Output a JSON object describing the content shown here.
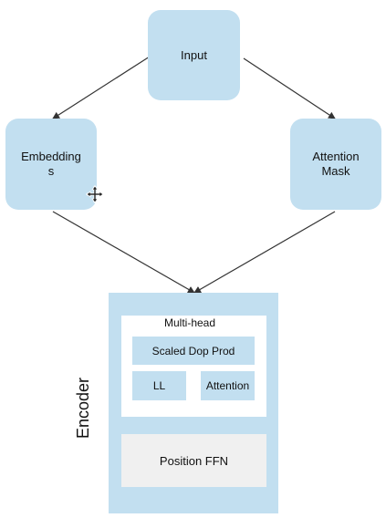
{
  "nodes": {
    "input": {
      "label": "Input"
    },
    "embeddings": {
      "label": "Embedding\ns"
    },
    "attention_mask": {
      "label": "Attention\nMask"
    }
  },
  "encoder": {
    "label": "Encoder",
    "multihead": {
      "title": "Multi-head",
      "scaled_dot_prod": "Scaled Dop Prod",
      "ll": "LL",
      "attention": "Attention"
    },
    "position_ffn": "Position FFN"
  },
  "colors": {
    "node_fill": "#c2dff0",
    "ffn_fill": "#f0f0f0",
    "edge": "#333333"
  },
  "cursor": {
    "icon": "move-cursor-icon"
  }
}
